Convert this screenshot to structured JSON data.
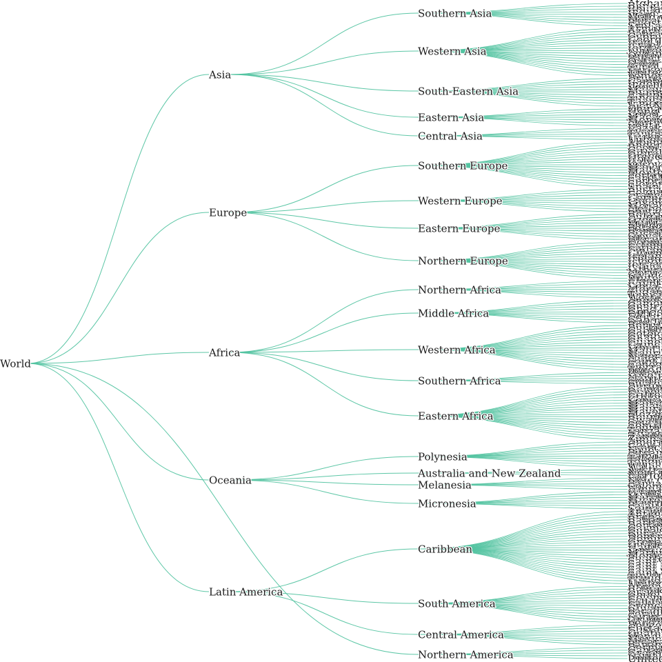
{
  "tree": {
    "name": "World",
    "children": [
      {
        "name": "Asia",
        "children": [
          {
            "name": "Southern Asia",
            "leaves": [
              "Afghanistan",
              "Bangladesh",
              "Bhutan",
              "India",
              "Iran",
              "Maldives",
              "Nepal",
              "Pakistan",
              "Sri Lanka"
            ]
          },
          {
            "name": "Western Asia",
            "leaves": [
              "Armenia",
              "Azerbaijan",
              "Bahrain",
              "Cyprus",
              "Georgia",
              "Iraq",
              "Israel",
              "Jordan",
              "Kuwait",
              "Lebanon",
              "Oman",
              "Palestine",
              "Qatar",
              "Saudi Arabia",
              "Syria",
              "Turkey",
              "United Arab Emirates",
              "Yemen"
            ]
          },
          {
            "name": "South-Eastern Asia",
            "leaves": [
              "Brunei",
              "Cambodia",
              "Indonesia",
              "Laos",
              "Malaysia",
              "Myanmar",
              "Philippines",
              "Singapore",
              "Thailand",
              "Timor-Leste",
              "Viet Nam"
            ]
          },
          {
            "name": "Eastern Asia",
            "leaves": [
              "China",
              "Hong Kong",
              "Japan",
              "Macao",
              "Mongolia",
              "North Korea",
              "South Korea"
            ]
          },
          {
            "name": "Central Asia",
            "leaves": [
              "Kazakhstan",
              "Kyrgyzstan",
              "Tajikistan",
              "Turkmenistan",
              "Uzbekistan"
            ]
          }
        ]
      },
      {
        "name": "Europe",
        "children": [
          {
            "name": "Southern Europe",
            "leaves": [
              "Albania",
              "Andorra",
              "Bosnia",
              "Croatia",
              "Gibraltar",
              "Greece",
              "Holy See",
              "Italy",
              "Kosovo",
              "Macedonia",
              "Malta",
              "Montenegro",
              "Portugal",
              "San Marino",
              "Serbia",
              "Slovenia",
              "Spain"
            ]
          },
          {
            "name": "Western Europe",
            "leaves": [
              "Austria",
              "Belgium",
              "France",
              "Germany",
              "Liechtenstein",
              "Luxembourg",
              "Monaco",
              "Netherlands",
              "Switzerland"
            ]
          },
          {
            "name": "Eastern Europe",
            "leaves": [
              "Belarus",
              "Bulgaria",
              "Czechia",
              "Hungary",
              "Moldova",
              "Poland",
              "Romania",
              "Russia",
              "Slovakia",
              "Ukraine"
            ]
          },
          {
            "name": "Northern Europe",
            "leaves": [
              "Denmark",
              "Estonia",
              "Faroe Islands",
              "Finland",
              "Guernsey",
              "Iceland",
              "Ireland",
              "Isle of Man",
              "Jersey",
              "Latvia",
              "Lithuania",
              "Norway",
              "Sweden",
              "United Kingdom"
            ]
          }
        ]
      },
      {
        "name": "Africa",
        "children": [
          {
            "name": "Northern Africa",
            "leaves": [
              "Algeria",
              "Egypt",
              "Libya",
              "Morocco",
              "Sudan",
              "Tunisia",
              "Western Sahara"
            ]
          },
          {
            "name": "Middle Africa",
            "leaves": [
              "Angola",
              "Cameroon",
              "Central African Rep.",
              "Chad",
              "Congo",
              "DR Congo",
              "Equatorial Guinea",
              "Gabon",
              "Sao Tome"
            ]
          },
          {
            "name": "Western Africa",
            "leaves": [
              "Benin",
              "Burkina Faso",
              "Cabo Verde",
              "Cote d'Ivoire",
              "Gambia",
              "Ghana",
              "Guinea",
              "Guinea-Bissau",
              "Liberia",
              "Mali",
              "Mauritania",
              "Niger",
              "Nigeria",
              "Saint Helena",
              "Senegal",
              "Sierra Leone",
              "Togo"
            ]
          },
          {
            "name": "Southern Africa",
            "leaves": [
              "Botswana",
              "Lesotho",
              "Namibia",
              "South Africa",
              "Swaziland"
            ]
          },
          {
            "name": "Eastern Africa",
            "leaves": [
              "Burundi",
              "Comoros",
              "Djibouti",
              "Eritrea",
              "Ethiopia",
              "Kenya",
              "Madagascar",
              "Malawi",
              "Mauritius",
              "Mayotte",
              "Mozambique",
              "Reunion",
              "Rwanda",
              "Seychelles",
              "Somalia",
              "South Sudan",
              "Tanzania",
              "Uganda",
              "Zambia",
              "Zimbabwe"
            ]
          }
        ]
      },
      {
        "name": "Oceania",
        "children": [
          {
            "name": "Polynesia",
            "leaves": [
              "American Samoa",
              "Cook Islands",
              "French Polynesia",
              "Niue",
              "Pitcairn",
              "Samoa",
              "Tokelau",
              "Tonga",
              "Tuvalu",
              "Wallis and Futuna"
            ]
          },
          {
            "name": "Australia and New Zealand",
            "leaves": [
              "Australia",
              "New Zealand",
              "Norfolk Island"
            ]
          },
          {
            "name": "Melanesia",
            "leaves": [
              "Fiji",
              "New Caledonia",
              "Papua New Guinea",
              "Solomon Islands",
              "Vanuatu"
            ]
          },
          {
            "name": "Micronesia",
            "leaves": [
              "Guam",
              "Kiribati",
              "Marshall Islands",
              "Micronesia",
              "Nauru",
              "Palau",
              "Saipan"
            ]
          }
        ]
      },
      {
        "name": "Latin America",
        "children": [
          {
            "name": "Caribbean",
            "leaves": [
              "Anguilla",
              "Antigua",
              "Aruba",
              "Bahamas",
              "Barbados",
              "Bonaire",
              "Cayman Islands",
              "Cuba",
              "Curacao",
              "Dominica",
              "Dominican Rep.",
              "Grenada",
              "Guadeloupe",
              "Haiti",
              "Jamaica",
              "Martinique",
              "Montserrat",
              "Puerto Rico",
              "Saint Barthelemy",
              "Saint Kitts",
              "Saint Lucia",
              "Saint Martin",
              "Saint Vincent",
              "Sint Maarten",
              "Trinidad",
              "Turks and Caicos",
              "United States Virgin Is."
            ]
          },
          {
            "name": "South America",
            "leaves": [
              "Argentina",
              "Bolivia",
              "Brazil",
              "Chile",
              "Colombia",
              "Ecuador",
              "Falkland Islands",
              "French Guiana",
              "Guyana",
              "Paraguay",
              "Peru",
              "Suriname",
              "Uruguay",
              "Venezuela"
            ]
          },
          {
            "name": "Central America",
            "leaves": [
              "Belize",
              "Costa Rica",
              "El Salvador",
              "Guatemala",
              "Honduras",
              "Mexico",
              "Nicaragua",
              "Panama"
            ]
          }
        ]
      },
      {
        "name": "Northern America",
        "direct": true,
        "leaves": [
          "Bermuda",
          "Canada",
          "Greenland",
          "Saint Pierre",
          "United States"
        ]
      }
    ]
  },
  "colors": {
    "link": "#52c3a0",
    "text": "#1a1a1a",
    "background": "#ffffff"
  }
}
